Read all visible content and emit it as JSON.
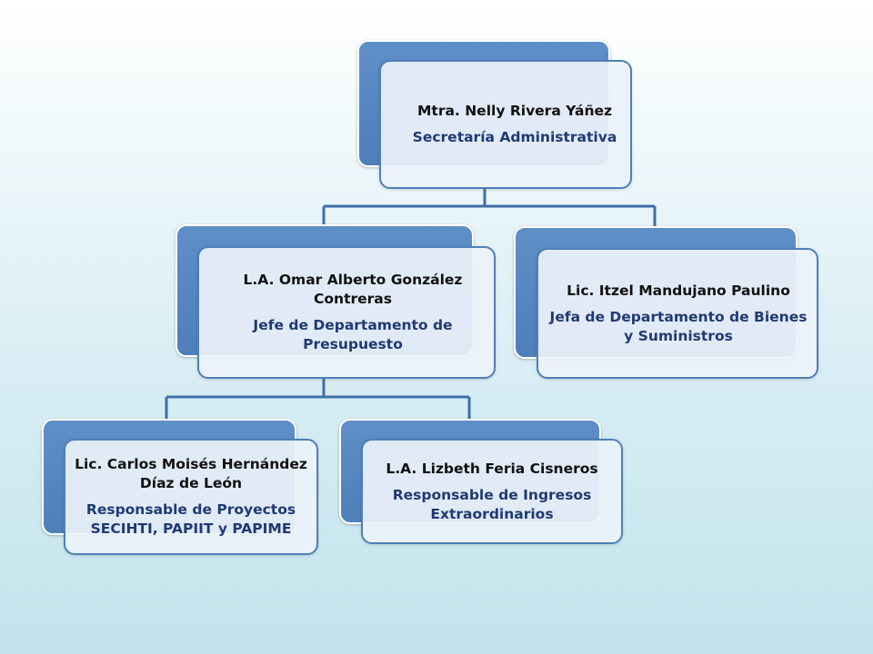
{
  "org_chart": {
    "root": {
      "name": "Mtra. Nelly Rivera Yáñez",
      "role": "Secretaría Administrativa"
    },
    "presupuesto": {
      "name": "L.A. Omar Alberto González Contreras",
      "role": "Jefe de Departamento de Presupuesto"
    },
    "bienes": {
      "name": "Lic. Itzel Mandujano Paulino",
      "role": "Jefa de Departamento de Bienes y Suministros"
    },
    "proyectos": {
      "name": "Lic. Carlos Moisés Hernández Díaz de León",
      "role": "Responsable de Proyectos SECIHTI, PAPIIT y PAPIME"
    },
    "ingresos": {
      "name": "L.A. Lizbeth Feria Cisneros",
      "role": "Responsable de Ingresos Extraordinarios"
    }
  },
  "colors": {
    "box_back": "#4f7fba",
    "box_front": "#ecf2fa",
    "connector": "#3f6fa8",
    "role_text": "#1f3a73"
  }
}
